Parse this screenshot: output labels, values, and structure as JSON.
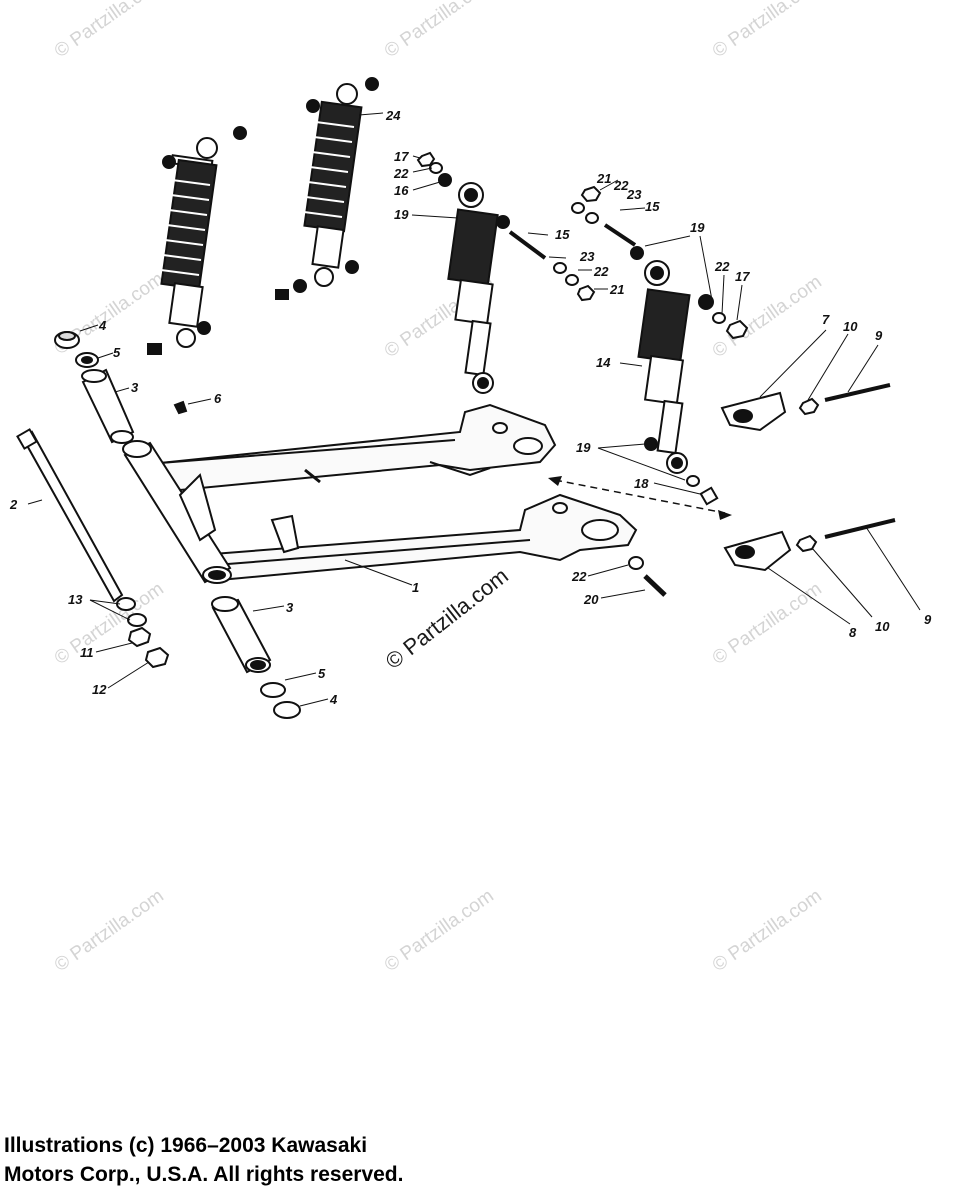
{
  "watermark": "© Partzilla.com",
  "labels": {
    "l1": "1",
    "l2": "2",
    "l3a": "3",
    "l3b": "3",
    "l4a": "4",
    "l4b": "4",
    "l5a": "5",
    "l5b": "5",
    "l6": "6",
    "l7": "7",
    "l8": "8",
    "l9a": "9",
    "l9b": "9",
    "l10a": "10",
    "l10b": "10",
    "l11": "11",
    "l12": "12",
    "l13": "13",
    "l14": "14",
    "l15a": "15",
    "l15b": "15",
    "l16": "16",
    "l17a": "17",
    "l17b": "17",
    "l18": "18",
    "l19a": "19",
    "l19b": "19",
    "l19c": "19",
    "l20": "20",
    "l21a": "21",
    "l21b": "21",
    "l22a": "22",
    "l22b": "22",
    "l22c": "22",
    "l22d": "22",
    "l22e": "22",
    "l23a": "23",
    "l23b": "23",
    "l24": "24"
  },
  "copyright": {
    "line1": "Illustrations (c) 1966–2003 Kawasaki",
    "line2": "Motors Corp., U.S.A.  All rights reserved."
  }
}
